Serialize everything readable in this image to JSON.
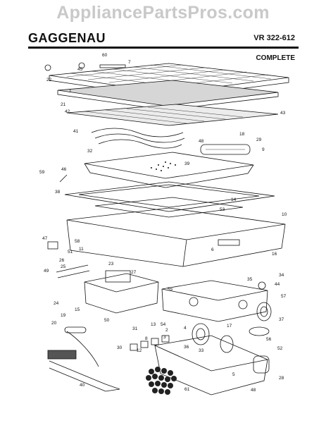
{
  "watermark": "AppliancePartsPros.com",
  "header": {
    "brand": "GAGGENAU",
    "model": "VR 322-612",
    "variant": "COMPLETE"
  },
  "callouts": [
    "60",
    "7",
    "22",
    "45",
    "1",
    "21",
    "42",
    "43",
    "41",
    "18",
    "48",
    "29",
    "9",
    "32",
    "39",
    "59",
    "46",
    "38",
    "14",
    "53",
    "10",
    "47",
    "58",
    "51",
    "11",
    "26",
    "6",
    "16",
    "25",
    "23",
    "27",
    "49",
    "34",
    "35",
    "44",
    "55",
    "57",
    "24",
    "15",
    "19",
    "13",
    "54",
    "2",
    "4",
    "3",
    "37",
    "20",
    "50",
    "31",
    "36",
    "33",
    "17",
    "56",
    "52",
    "8",
    "5",
    "28",
    "30",
    "12",
    "40",
    "61",
    "48"
  ]
}
